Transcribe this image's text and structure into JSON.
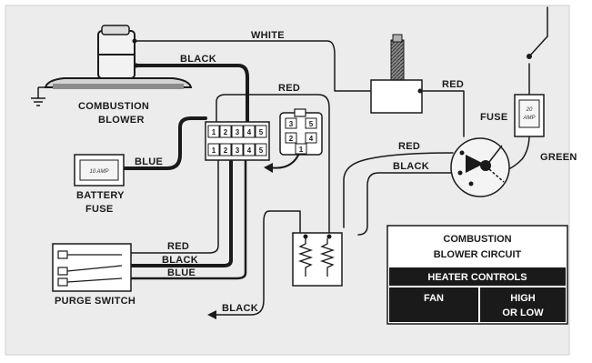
{
  "labels": {
    "white": "WHITE",
    "black_top": "BLACK",
    "red_top": "RED",
    "red_solenoid": "RED",
    "red_mid": "RED",
    "black_mid": "BLACK",
    "combustion": "COMBUSTION",
    "blower": "BLOWER",
    "blue": "BLUE",
    "battery": "BATTERY",
    "fuse": "FUSE",
    "fuse_right": "FUSE",
    "green": "GREEN",
    "purge_red": "RED",
    "purge_black": "BLACK",
    "purge_blue": "BLUE",
    "purge_switch": "PURGE SWITCH",
    "black_bottom": "BLACK"
  },
  "connector": {
    "pins_top": [
      "1",
      "2",
      "3",
      "4",
      "5"
    ],
    "pins_bottom": [
      "1",
      "2",
      "3",
      "4",
      "5"
    ],
    "detail_pins": [
      "3",
      "5",
      "2",
      "4",
      "1"
    ]
  },
  "fuse_amp": {
    "battery": "10 AMP",
    "panel_line1": "20",
    "panel_line2": "AMP"
  },
  "table": {
    "title_line1": "COMBUSTION",
    "title_line2": "BLOWER CIRCUIT",
    "header": "HEATER CONTROLS",
    "col1": "FAN",
    "col2_line1": "HIGH",
    "col2_line2": "OR LOW"
  },
  "colors": {
    "paper": "#ececec",
    "wire": "#1a1a1a",
    "panel": "#f3f3f3",
    "table_dark": "#1a1a1a"
  }
}
